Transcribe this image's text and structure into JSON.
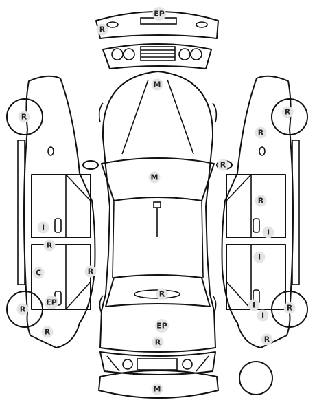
{
  "diagram": {
    "codes": {
      "R": "R",
      "M": "M",
      "EP": "EP",
      "I": "I",
      "C": "C"
    },
    "marks": [
      {
        "id": "front-bumper-ep",
        "code": "EP"
      },
      {
        "id": "front-bumper-r",
        "code": "R"
      },
      {
        "id": "hood-m",
        "code": "M"
      },
      {
        "id": "windshield-m",
        "code": "M"
      },
      {
        "id": "right-mirror-r",
        "code": "R"
      },
      {
        "id": "trunk-r",
        "code": "R"
      },
      {
        "id": "rear-panel-ep",
        "code": "EP"
      },
      {
        "id": "rear-panel-r",
        "code": "R"
      },
      {
        "id": "rear-bumper-m",
        "code": "M"
      },
      {
        "id": "left-front-wheel-r",
        "code": "R"
      },
      {
        "id": "left-rear-wheel-r",
        "code": "R"
      },
      {
        "id": "left-front-door-i",
        "code": "I"
      },
      {
        "id": "left-front-door-r",
        "code": "R"
      },
      {
        "id": "left-rear-door-c",
        "code": "C"
      },
      {
        "id": "left-rear-door-r",
        "code": "R"
      },
      {
        "id": "left-rear-door-ep",
        "code": "EP"
      },
      {
        "id": "left-rear-quarter-r",
        "code": "R"
      },
      {
        "id": "right-front-wheel-r",
        "code": "R"
      },
      {
        "id": "right-front-fender-r",
        "code": "R"
      },
      {
        "id": "right-front-door-r",
        "code": "R"
      },
      {
        "id": "right-front-door-i",
        "code": "I"
      },
      {
        "id": "right-rear-door-i",
        "code": "I"
      },
      {
        "id": "right-rear-door-i-lower",
        "code": "I"
      },
      {
        "id": "right-rear-quarter-i",
        "code": "I"
      },
      {
        "id": "right-rear-wheel-r",
        "code": "R"
      },
      {
        "id": "right-rear-quarter-r",
        "code": "R"
      }
    ]
  }
}
